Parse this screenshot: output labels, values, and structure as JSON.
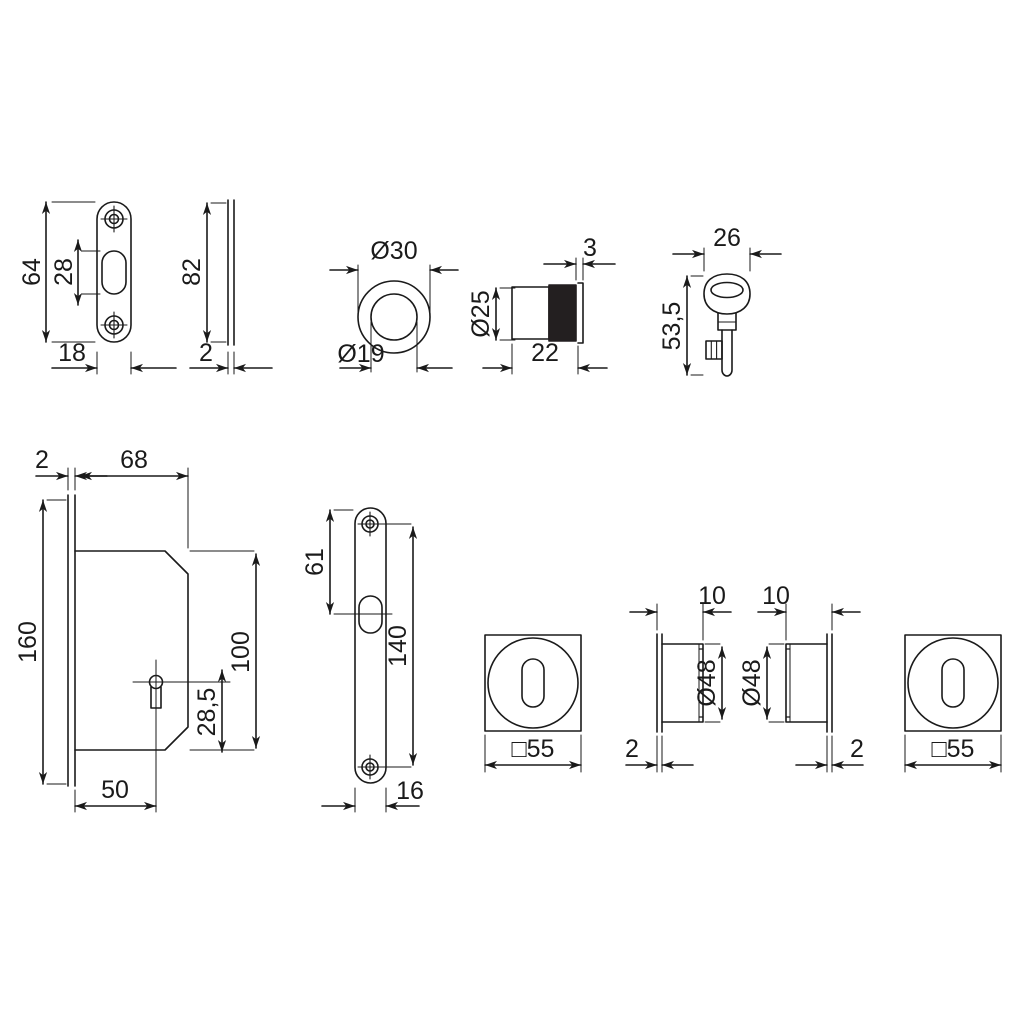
{
  "drawing": {
    "title": "Sliding door lock set technical drawing",
    "sheet_width": 1024,
    "sheet_height": 1024,
    "background_color": "#ffffff",
    "line_color": "#1a1a1a",
    "fill_color": "#000000",
    "units": "mm",
    "decimal_separator": "comma",
    "projection": "orthographic multi-view"
  },
  "views": {
    "strike_plate_front": {
      "name": "Strike plate front view",
      "dimensions": {
        "overall_height": "64",
        "slot_height": "28",
        "width": "18"
      }
    },
    "strike_plate_side": {
      "name": "Strike plate side view",
      "dimensions": {
        "height": "82",
        "thickness": "2"
      }
    },
    "round_rosette_front": {
      "name": "Round rosette front view",
      "dimensions": {
        "outer_diameter": "Ø30",
        "inner_diameter": "Ø19"
      }
    },
    "round_rosette_side": {
      "name": "Round rosette side view",
      "dimensions": {
        "diameter": "Ø25",
        "body_length": "22",
        "flange_thickness": "3"
      }
    },
    "key": {
      "name": "Key elevation",
      "dimensions": {
        "bow_width": "26",
        "overall_length": "53,5"
      }
    },
    "lock_case": {
      "name": "Lock case section view",
      "dimensions": {
        "faceplate_thickness": "2",
        "case_depth": "68",
        "faceplate_height": "160",
        "case_height": "100",
        "keyhole_to_bottom": "28,5",
        "backset": "50"
      }
    },
    "long_faceplate": {
      "name": "Long faceplate front view",
      "dimensions": {
        "top_screw_to_keyhole": "61",
        "screw_centres": "140",
        "width": "16"
      }
    },
    "escutcheon_left_front": {
      "name": "Square escutcheon front view (left)",
      "dimensions": {
        "plate_size": "□55"
      }
    },
    "escutcheon_left_side": {
      "name": "Square escutcheon side view (left)",
      "dimensions": {
        "projection": "10",
        "rose_diameter": "Ø48",
        "plate_thickness": "2"
      }
    },
    "escutcheon_right_side": {
      "name": "Square escutcheon side view (right)",
      "dimensions": {
        "projection": "10",
        "rose_diameter": "Ø48",
        "plate_thickness": "2"
      }
    },
    "escutcheon_right_front": {
      "name": "Square escutcheon front view (right)",
      "dimensions": {
        "plate_size": "□55"
      }
    }
  },
  "labels": {
    "d64": "64",
    "d28": "28",
    "d18": "18",
    "d82": "82",
    "d2_strike": "2",
    "dia30": "Ø30",
    "dia19": "Ø19",
    "dia25": "Ø25",
    "d22": "22",
    "d3": "3",
    "d26": "26",
    "d535": "53,5",
    "d2_case": "2",
    "d68": "68",
    "d160": "160",
    "d100": "100",
    "d285": "28,5",
    "d50": "50",
    "d61": "61",
    "d140": "140",
    "d16": "16",
    "sq55_left": "□55",
    "d10_left": "10",
    "dia48_left": "Ø48",
    "d2_left": "2",
    "d10_right": "10",
    "dia48_right": "Ø48",
    "d2_right": "2",
    "sq55_right": "□55"
  }
}
